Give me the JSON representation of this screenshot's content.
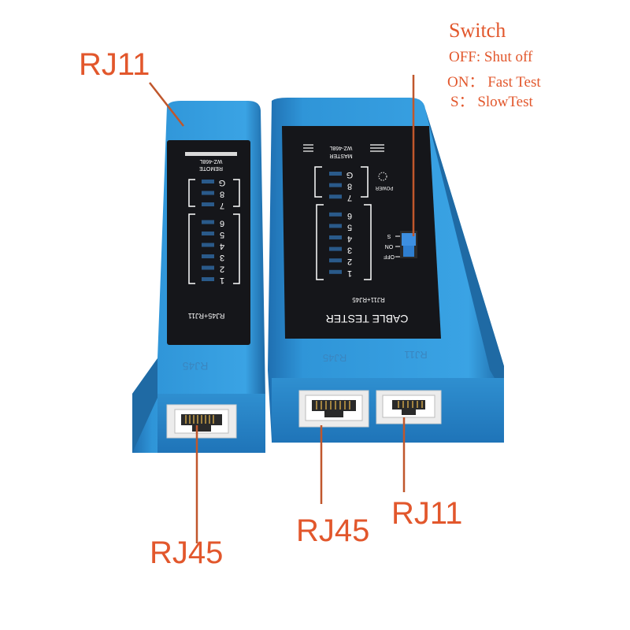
{
  "labels": {
    "rj11_top": "RJ11",
    "rj45_left": "RJ45",
    "rj45_mid": "RJ45",
    "rj11_right": "RJ11"
  },
  "switch_legend": {
    "title": "Switch",
    "off": "OFF: Shut off",
    "on": "ON： Fast Test",
    "s": "S： SlowTest"
  },
  "remote_unit": {
    "brand": "REMOTE",
    "model": "WZ-468L",
    "port_label": "RJ45+RJ11",
    "leds": [
      "G",
      "8",
      "7",
      "6",
      "5",
      "4",
      "3",
      "2",
      "1"
    ],
    "embossed": "RJ45"
  },
  "master_unit": {
    "brand": "MASTER",
    "model": "WZ-468L",
    "power_label": "POWER",
    "title": "CABLE TESTER",
    "port_label": "RJ11+RJ45",
    "leds": [
      "G",
      "8",
      "7",
      "6",
      "5",
      "4",
      "3",
      "2",
      "1"
    ],
    "switch_positions": [
      "S",
      "ON",
      "OFF"
    ],
    "embossed": [
      "RJ45",
      "RJ11"
    ]
  },
  "colors": {
    "body_blue": "#2f95d8",
    "panel_black": "#15161a",
    "annotation": "#e2572c"
  }
}
